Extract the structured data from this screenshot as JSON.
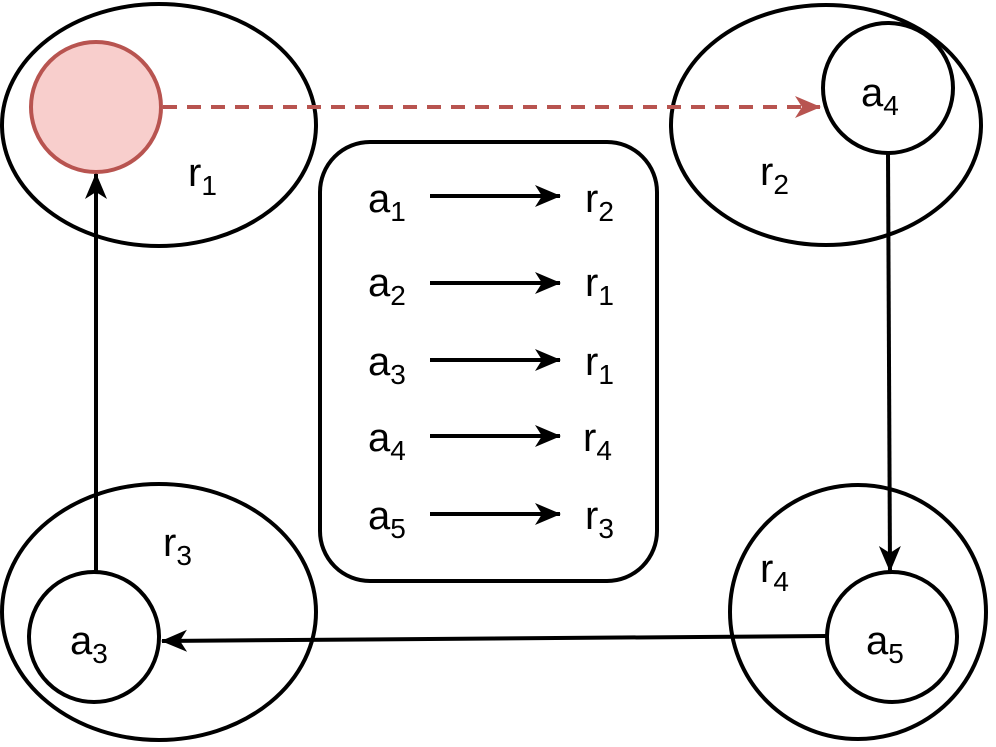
{
  "regions": [
    {
      "id": "r1",
      "base": "r",
      "sub": "1"
    },
    {
      "id": "r2",
      "base": "r",
      "sub": "2"
    },
    {
      "id": "r3",
      "base": "r",
      "sub": "3"
    },
    {
      "id": "r4",
      "base": "r",
      "sub": "4"
    }
  ],
  "agents": [
    {
      "id": "a4",
      "base": "a",
      "sub": "4"
    },
    {
      "id": "a3",
      "base": "a",
      "sub": "3"
    },
    {
      "id": "a5",
      "base": "a",
      "sub": "5"
    }
  ],
  "legend": [
    {
      "agent": {
        "base": "a",
        "sub": "1"
      },
      "region": {
        "base": "r",
        "sub": "2"
      }
    },
    {
      "agent": {
        "base": "a",
        "sub": "2"
      },
      "region": {
        "base": "r",
        "sub": "1"
      }
    },
    {
      "agent": {
        "base": "a",
        "sub": "3"
      },
      "region": {
        "base": "r",
        "sub": "1"
      }
    },
    {
      "agent": {
        "base": "a",
        "sub": "4"
      },
      "region": {
        "base": "r",
        "sub": "4"
      }
    },
    {
      "agent": {
        "base": "a",
        "sub": "5"
      },
      "region": {
        "base": "r",
        "sub": "3"
      }
    }
  ],
  "colors": {
    "stroke": "#000000",
    "highlight_fill": "#f8cecc",
    "highlight_stroke": "#b85450"
  }
}
